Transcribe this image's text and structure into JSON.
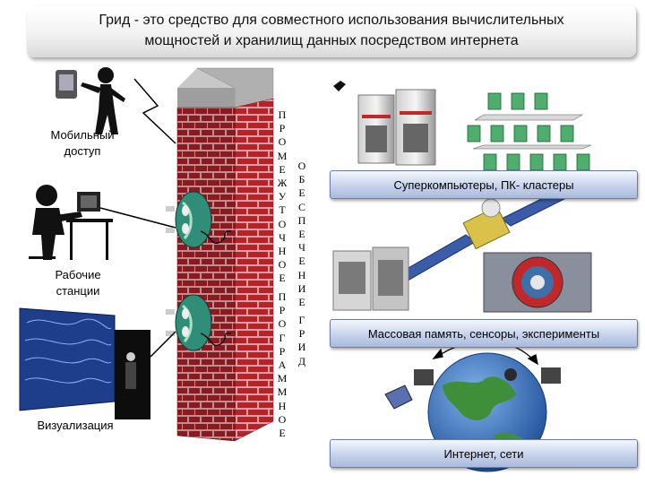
{
  "title": {
    "line1": "Грид - это средство для совместного использования вычислительных",
    "line2": "мощностей и хранилищ данных посредством интернета"
  },
  "left_labels": {
    "mobile": "Мобильный доступ",
    "workstations": "Рабочие станции",
    "visualization": "Визуализация"
  },
  "middleware": {
    "word1": [
      "П",
      "Р",
      "О",
      "М",
      "Е",
      "Ж",
      "У",
      "Т",
      "О",
      "Ч",
      "Н",
      "О",
      "Е"
    ],
    "word2": [
      "П",
      "Р",
      "О",
      "Г",
      "Р",
      "А",
      "М",
      "М",
      "Н",
      "О",
      "Е"
    ],
    "word3": [
      "О",
      "Б",
      "Е",
      "С",
      "П",
      "Е",
      "Ч",
      "Е",
      "Н",
      "И",
      "Е"
    ],
    "word4": [
      "Г",
      "Р",
      "И",
      "Д"
    ]
  },
  "right_boxes": {
    "supercomputers": "Суперкомпьютеры, ПК- кластеры",
    "storage": "Массовая память, сенсоры, эксперименты",
    "internet": "Интернет, сети"
  },
  "colors": {
    "brick": "#b8202a",
    "mortar": "#d9a3a3",
    "wall_top": "#b0b0b0",
    "box_fill": "#c7d3ec",
    "globe_sea": "#3d6fb8",
    "globe_land": "#3f8f3a"
  },
  "icons": {
    "person_pda": "mobile-user-icon",
    "pda": "pda-icon",
    "lightning": "wireless-lightning-icon",
    "workstation": "workstation-user-icon",
    "visualization": "visualization-wall-icon",
    "plug": "network-plug-icon",
    "server": "supercomputer-icon",
    "cluster": "cluster-network-icon",
    "satellite": "satellite-icon",
    "tape": "tape-library-icon",
    "detector": "particle-detector-icon",
    "globe": "internet-globe-icon"
  }
}
